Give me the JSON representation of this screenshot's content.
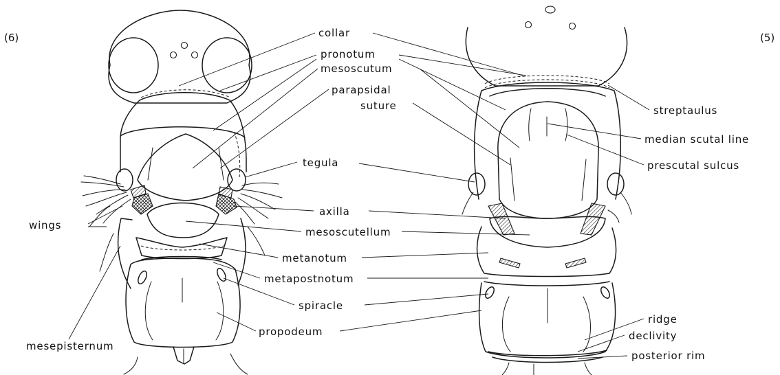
{
  "figure_numbers": {
    "left": "(6)",
    "right": "(5)"
  },
  "labels": {
    "collar": "collar",
    "pronotum": "pronotum",
    "mesoscutum": "mesoscutum",
    "parapsidal_1": "parapsidal",
    "parapsidal_2": "suture",
    "tegula": "tegula",
    "axilla": "axilla",
    "mesoscutellum": "mesoscutellum",
    "metanotum": "metanotum",
    "metapostnotum": "metapostnotum",
    "spiracle": "spiracle",
    "propodeum": "propodeum",
    "wings": "wings",
    "mesepisternum": "mesepisternum",
    "streptaulus": "streptaulus",
    "median_scutal_line": "median scutal line",
    "prescutal_sulcus": "prescutal sulcus",
    "ridge": "ridge",
    "declivity": "declivity",
    "posterior_rim": "posterior rim"
  }
}
